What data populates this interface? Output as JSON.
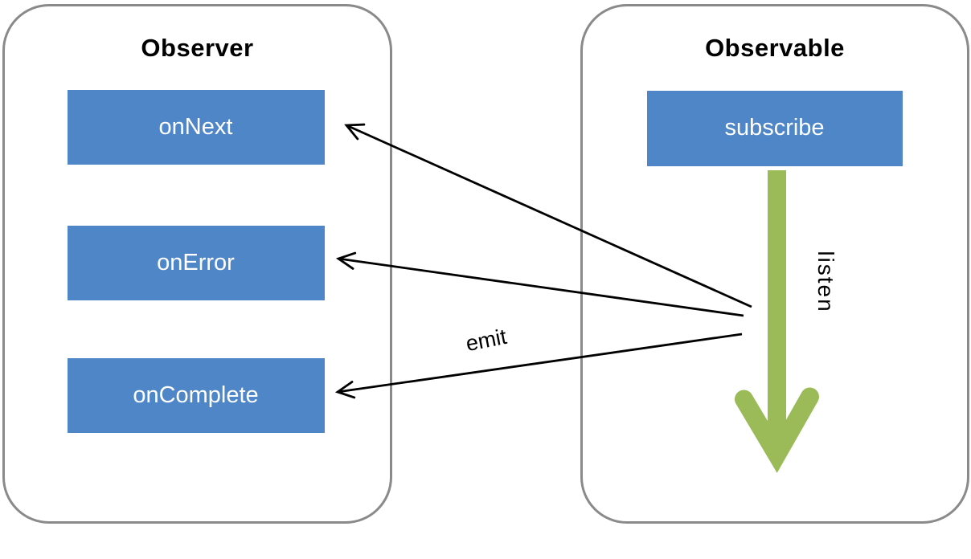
{
  "panels": {
    "observer": {
      "title": "Observer",
      "methods": [
        {
          "label": "onNext"
        },
        {
          "label": "onError"
        },
        {
          "label": "onComplete"
        }
      ]
    },
    "observable": {
      "title": "Observable",
      "methods": [
        {
          "label": "subscribe"
        }
      ]
    }
  },
  "annotations": {
    "emit": "emit",
    "listen": "listen"
  },
  "arrows": {
    "emit_arrows": [
      {
        "from": "observable",
        "to": "onNext"
      },
      {
        "from": "observable",
        "to": "onError"
      },
      {
        "from": "observable",
        "to": "onComplete"
      }
    ],
    "listen_arrow": {
      "from": "subscribe",
      "direction": "down"
    }
  },
  "colors": {
    "box_fill": "#4E86C8",
    "box_text": "#FFFFFF",
    "panel_border": "#8A8A8A",
    "arrow": "#000000",
    "listen_arrow": "#9BBB59",
    "background": "#FFFFFF",
    "title_text": "#000000"
  }
}
